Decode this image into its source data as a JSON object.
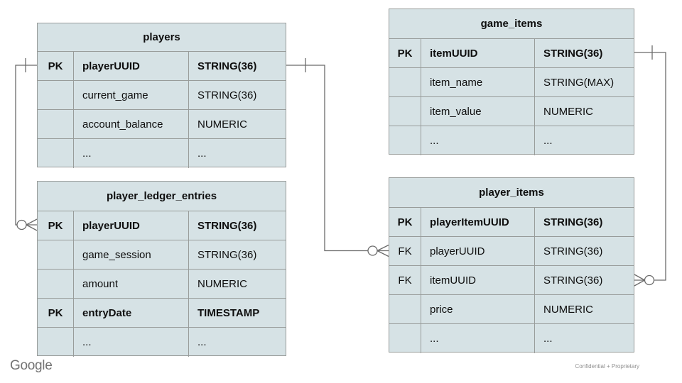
{
  "tables": {
    "players": {
      "title": "players",
      "rows": [
        {
          "key": "PK",
          "name": "playerUUID",
          "type": "STRING(36)"
        },
        {
          "key": "",
          "name": "current_game",
          "type": "STRING(36)"
        },
        {
          "key": "",
          "name": "account_balance",
          "type": "NUMERIC"
        },
        {
          "key": "",
          "name": "...",
          "type": "..."
        }
      ]
    },
    "game_items": {
      "title": "game_items",
      "rows": [
        {
          "key": "PK",
          "name": "itemUUID",
          "type": "STRING(36)"
        },
        {
          "key": "",
          "name": "item_name",
          "type": "STRING(MAX)"
        },
        {
          "key": "",
          "name": "item_value",
          "type": "NUMERIC"
        },
        {
          "key": "",
          "name": "...",
          "type": "..."
        }
      ]
    },
    "player_ledger_entries": {
      "title": "player_ledger_entries",
      "rows": [
        {
          "key": "PK",
          "name": "playerUUID",
          "type": "STRING(36)"
        },
        {
          "key": "",
          "name": "game_session",
          "type": "STRING(36)"
        },
        {
          "key": "",
          "name": "amount",
          "type": "NUMERIC"
        },
        {
          "key": "PK",
          "name": "entryDate",
          "type": "TIMESTAMP"
        },
        {
          "key": "",
          "name": "...",
          "type": "..."
        }
      ]
    },
    "player_items": {
      "title": "player_items",
      "rows": [
        {
          "key": "PK",
          "name": "playerItemUUID",
          "type": "STRING(36)"
        },
        {
          "key": "FK",
          "name": "playerUUID",
          "type": "STRING(36)"
        },
        {
          "key": "FK",
          "name": "itemUUID",
          "type": "STRING(36)"
        },
        {
          "key": "",
          "name": "price",
          "type": "NUMERIC"
        },
        {
          "key": "",
          "name": "...",
          "type": "..."
        }
      ]
    }
  },
  "relationships": [
    {
      "from": "players.playerUUID",
      "to": "player_ledger_entries.playerUUID",
      "from_cardinality": "one",
      "to_cardinality": "zero-or-many"
    },
    {
      "from": "players.playerUUID",
      "to": "player_items.playerUUID",
      "from_cardinality": "one",
      "to_cardinality": "zero-or-many"
    },
    {
      "from": "game_items.itemUUID",
      "to": "player_items.itemUUID",
      "from_cardinality": "one",
      "to_cardinality": "zero-or-many"
    }
  ],
  "footer": {
    "logo": "Google",
    "note": "Confidential + Proprietary"
  },
  "colors": {
    "cell_bg": "#d6e2e5",
    "table_border": "#989c9a",
    "connector": "#6b6b6b",
    "text": "#0e0e0e",
    "logo_gray": "#737373",
    "note_gray": "#8f8f8f"
  }
}
